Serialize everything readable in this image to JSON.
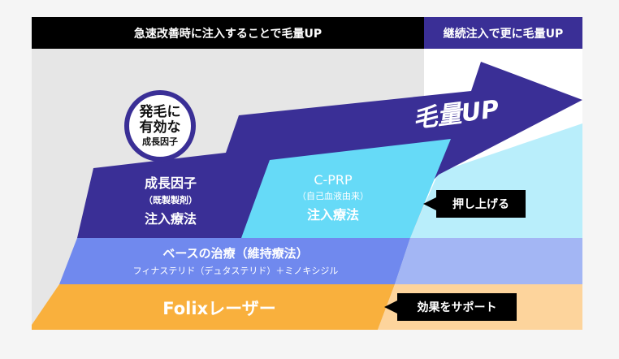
{
  "header": {
    "left_label": "急速改善時に注入することで毛量UP",
    "right_label": "継続注入で更に毛量UP"
  },
  "circle_badge": {
    "line1": "発毛に",
    "line2": "有効な",
    "line3": "成長因子"
  },
  "arrow": {
    "label": "毛量UP"
  },
  "blocks": {
    "growth_factor": {
      "line1": "成長因子",
      "line2": "（既製製剤）",
      "line3": "注入療法"
    },
    "cprp": {
      "line1": "C-PRP",
      "line2": "（自己血液由来）",
      "line3": "注入療法"
    },
    "base": {
      "line1": "ベースの治療（維持療法）",
      "line2": "フィナステリド（デュタステリド）＋ミノキシジル"
    },
    "laser": {
      "line1": "Folixレーザー"
    }
  },
  "callouts": {
    "push_up": "押し上げる",
    "support": "効果をサポート"
  },
  "colors": {
    "navy": "#3a2f96",
    "cyan": "#66daf7",
    "light_cyan": "#b9eefb",
    "periwinkle": "#7089ee",
    "light_periwinkle": "#a3b6f4",
    "orange": "#f9b03d",
    "light_orange": "#fdd49c",
    "gray_bg": "#e6e6e6",
    "black": "#000000"
  }
}
